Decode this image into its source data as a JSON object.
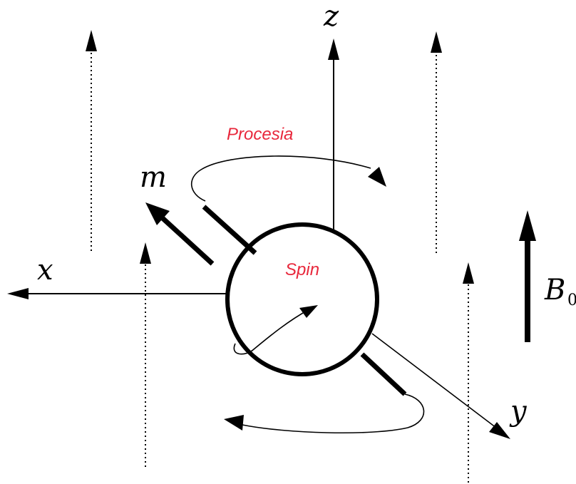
{
  "labels": {
    "z": "z",
    "x": "x",
    "y": "y",
    "m": "m",
    "field_main": "B",
    "field_sub": "0",
    "precession": "Procesia",
    "spin": "Spin"
  },
  "colors": {
    "ink": "#000000",
    "accent": "#e8283c",
    "background": "#ffffff"
  }
}
